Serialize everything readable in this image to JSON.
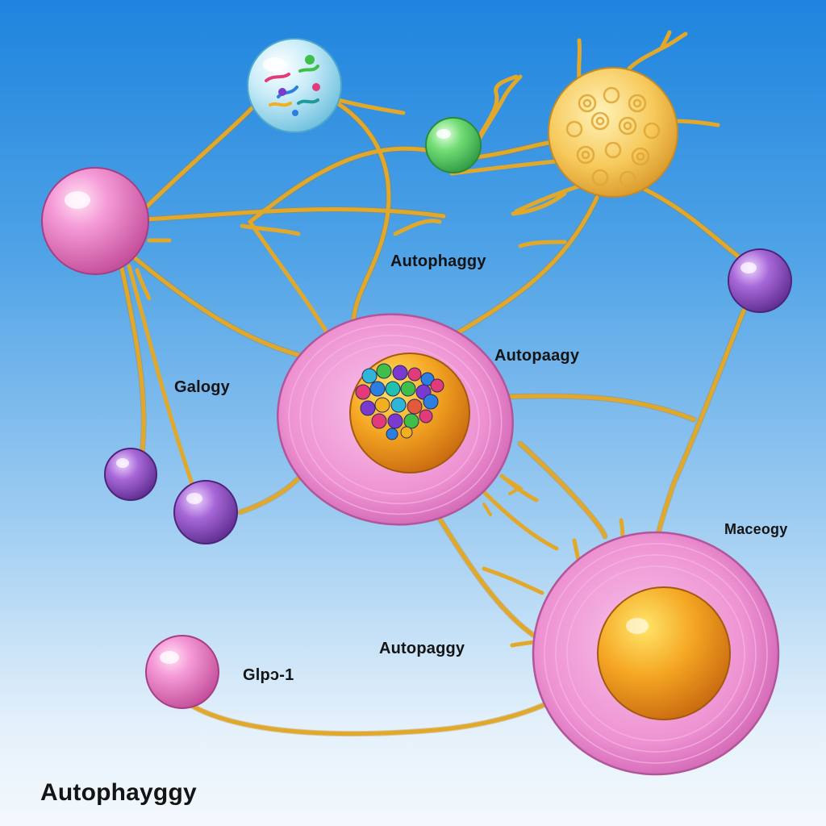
{
  "labels": {
    "autophaggy_top": "Autophaggy",
    "autopaagy": "Autopaagy",
    "galogy": "Galogy",
    "maceogy": "Maceogy",
    "autopaggy": "Autopaggy",
    "glp1": "Glpɔ-1",
    "footer": "Autophayggy"
  },
  "colors": {
    "background_top": "#1e84de",
    "background_bottom": "#f4f9fd",
    "connector": "#e2a82a",
    "pink_cell": "#ee8ccf",
    "nucleus": "#f0a126",
    "green_vesicle": "#5cd46b",
    "purple_vesicle": "#9a54c8",
    "yellow_cell": "#f6c95a",
    "blue_vesicle": "#bfe8f6"
  }
}
